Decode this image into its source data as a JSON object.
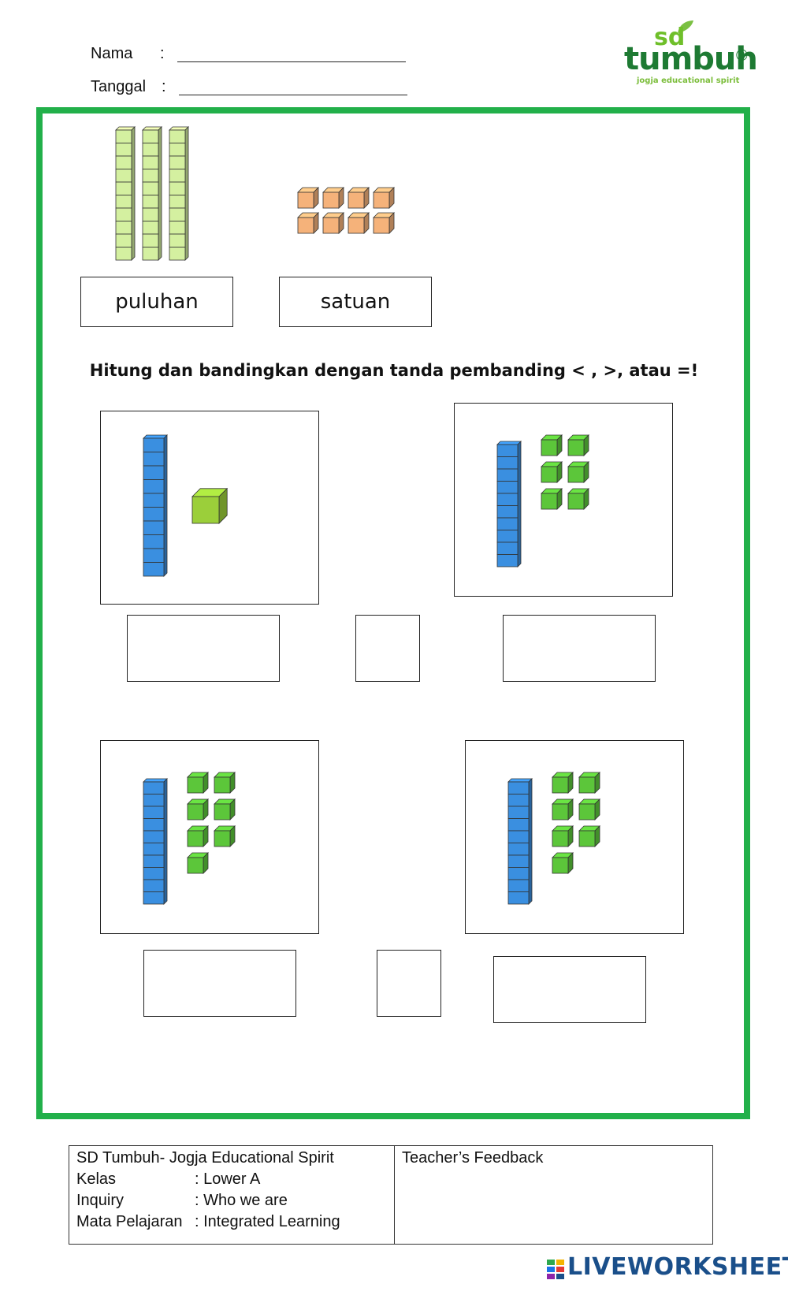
{
  "header": {
    "name_label": "Nama",
    "date_label": "Tanggal",
    "colon": ":"
  },
  "logo": {
    "sd": "sd",
    "main": "tumbuh",
    "reg": "®",
    "tagline": "jogja educational spirit"
  },
  "legend": {
    "tens_label": "puluhan",
    "ones_label": "satuan"
  },
  "instruction": "Hitung dan bandingkan dengan tanda pembanding < , >, atau =!",
  "problems": [
    {
      "left": {
        "tens": 1,
        "ones": 1
      },
      "right": {
        "tens": 1,
        "ones": 6
      }
    },
    {
      "left": {
        "tens": 1,
        "ones": 7
      },
      "right": {
        "tens": 1,
        "ones": 7
      }
    }
  ],
  "footer": {
    "school": "SD Tumbuh- Jogja Educational Spirit",
    "rows": [
      {
        "key": "Kelas",
        "value": ": Lower A"
      },
      {
        "key": "Inquiry",
        "value": ": Who we are"
      },
      {
        "key": "Mata Pelajaran",
        "value": ":  Integrated Learning"
      }
    ],
    "feedback_title": "Teacher’s Feedback"
  },
  "watermark": {
    "text": "LIVEWORKSHEETS",
    "icon": "liveworksheets-icon"
  },
  "colors": {
    "frame": "#22b04a",
    "tens_legend": "#d4f0a0",
    "ones_legend": "#f5b27a",
    "tens_rod": "#3a8fe0",
    "ones_cube": "#5cc63a"
  }
}
